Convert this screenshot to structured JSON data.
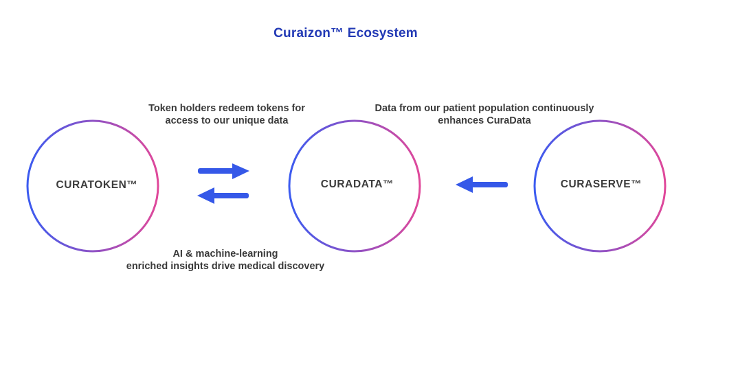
{
  "title": "Curaizon™ Ecosystem",
  "colors": {
    "title": "#2239b5",
    "ring_gradient_start": "#3b5bf0",
    "ring_gradient_end": "#e0489a",
    "arrow": "#3558e8",
    "text": "#3a3a3a"
  },
  "nodes": {
    "curatoken": {
      "label": "CURATOKEN™"
    },
    "curadata": {
      "label": "CURADATA™"
    },
    "curaserve": {
      "label": "CURASERVE™"
    }
  },
  "captions": {
    "token_redeem": {
      "line1": "Token holders redeem tokens for",
      "line2": "access to our unique data"
    },
    "patient_data": {
      "line1": "Data from our patient population continuously",
      "line2": "enhances CuraData"
    },
    "ai_insights": {
      "line1": "AI & machine-learning",
      "line2": "enriched insights drive medical discovery"
    }
  },
  "arrows": [
    {
      "name": "arrow-curatoken-to-curadata",
      "direction": "right",
      "icon": "arrow-right-icon"
    },
    {
      "name": "arrow-curadata-to-curatoken",
      "direction": "left",
      "icon": "arrow-left-icon"
    },
    {
      "name": "arrow-curaserve-to-curadata",
      "direction": "left",
      "icon": "arrow-left-icon"
    }
  ]
}
